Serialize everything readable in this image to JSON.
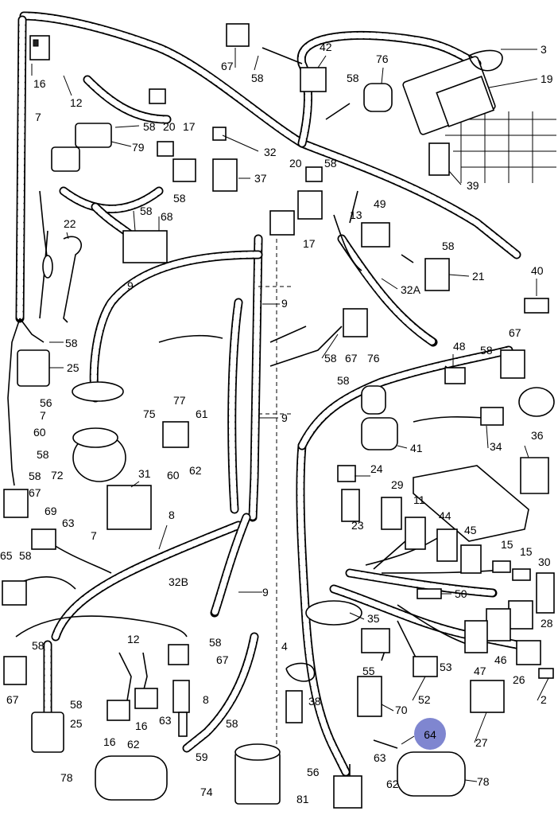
{
  "diagram": {
    "callouts": [
      {
        "id": "c1",
        "text": "16"
      },
      {
        "id": "c2",
        "text": "12"
      },
      {
        "id": "c3",
        "text": "7"
      },
      {
        "id": "c4",
        "text": "58"
      },
      {
        "id": "c5",
        "text": "79"
      },
      {
        "id": "c6",
        "text": "20"
      },
      {
        "id": "c7",
        "text": "17"
      },
      {
        "id": "c8",
        "text": "67"
      },
      {
        "id": "c9",
        "text": "58"
      },
      {
        "id": "c10",
        "text": "42"
      },
      {
        "id": "c11",
        "text": "76"
      },
      {
        "id": "c12",
        "text": "58"
      },
      {
        "id": "c13",
        "text": "3"
      },
      {
        "id": "c14",
        "text": "19"
      },
      {
        "id": "c15",
        "text": "32"
      },
      {
        "id": "c16",
        "text": "37"
      },
      {
        "id": "c17",
        "text": "58"
      },
      {
        "id": "c18",
        "text": "20"
      },
      {
        "id": "c19",
        "text": "58"
      },
      {
        "id": "c20",
        "text": "39"
      },
      {
        "id": "c21",
        "text": "22"
      },
      {
        "id": "c22",
        "text": "58"
      },
      {
        "id": "c23",
        "text": "68"
      },
      {
        "id": "c24",
        "text": "17"
      },
      {
        "id": "c25",
        "text": "13"
      },
      {
        "id": "c26",
        "text": "49"
      },
      {
        "id": "c27",
        "text": "58"
      },
      {
        "id": "c28",
        "text": "21"
      },
      {
        "id": "c29",
        "text": "32A"
      },
      {
        "id": "c30",
        "text": "40"
      },
      {
        "id": "c31",
        "text": "9"
      },
      {
        "id": "c32",
        "text": "9"
      },
      {
        "id": "c33",
        "text": "58"
      },
      {
        "id": "c34",
        "text": "25"
      },
      {
        "id": "c35",
        "text": "58"
      },
      {
        "id": "c36",
        "text": "67"
      },
      {
        "id": "c37",
        "text": "76"
      },
      {
        "id": "c38",
        "text": "48"
      },
      {
        "id": "c39",
        "text": "58"
      },
      {
        "id": "c40",
        "text": "67"
      },
      {
        "id": "c41",
        "text": "56"
      },
      {
        "id": "c42",
        "text": "75"
      },
      {
        "id": "c43",
        "text": "77"
      },
      {
        "id": "c44",
        "text": "61"
      },
      {
        "id": "c45",
        "text": "7"
      },
      {
        "id": "c46",
        "text": "60"
      },
      {
        "id": "c47",
        "text": "58"
      },
      {
        "id": "c48",
        "text": "72"
      },
      {
        "id": "c49",
        "text": "60"
      },
      {
        "id": "c50",
        "text": "62"
      },
      {
        "id": "c51",
        "text": "58"
      },
      {
        "id": "c52",
        "text": "9"
      },
      {
        "id": "c53",
        "text": "41"
      },
      {
        "id": "c54",
        "text": "34"
      },
      {
        "id": "c55",
        "text": "36"
      },
      {
        "id": "c56",
        "text": "58"
      },
      {
        "id": "c57",
        "text": "67"
      },
      {
        "id": "c58",
        "text": "31"
      },
      {
        "id": "c59",
        "text": "24"
      },
      {
        "id": "c60",
        "text": "29"
      },
      {
        "id": "c61",
        "text": "11"
      },
      {
        "id": "c62",
        "text": "44"
      },
      {
        "id": "c63",
        "text": "69"
      },
      {
        "id": "c64",
        "text": "63"
      },
      {
        "id": "c65",
        "text": "7"
      },
      {
        "id": "c66",
        "text": "8"
      },
      {
        "id": "c67",
        "text": "23"
      },
      {
        "id": "c68",
        "text": "45"
      },
      {
        "id": "c69",
        "text": "15"
      },
      {
        "id": "c70",
        "text": "15"
      },
      {
        "id": "c71",
        "text": "65"
      },
      {
        "id": "c72",
        "text": "58"
      },
      {
        "id": "c73",
        "text": "32B"
      },
      {
        "id": "c74",
        "text": "9"
      },
      {
        "id": "c75",
        "text": "30"
      },
      {
        "id": "c76",
        "text": "50"
      },
      {
        "id": "c77",
        "text": "58"
      },
      {
        "id": "c78",
        "text": "12"
      },
      {
        "id": "c79",
        "text": "58"
      },
      {
        "id": "c80",
        "text": "35"
      },
      {
        "id": "c81",
        "text": "67"
      },
      {
        "id": "c82",
        "text": "28"
      },
      {
        "id": "c83",
        "text": "67"
      },
      {
        "id": "c84",
        "text": "4"
      },
      {
        "id": "c85",
        "text": "55"
      },
      {
        "id": "c86",
        "text": "46"
      },
      {
        "id": "c87",
        "text": "53"
      },
      {
        "id": "c88",
        "text": "47"
      },
      {
        "id": "c89",
        "text": "26"
      },
      {
        "id": "c90",
        "text": "58"
      },
      {
        "id": "c91",
        "text": "16"
      },
      {
        "id": "c92",
        "text": "16"
      },
      {
        "id": "c93",
        "text": "8"
      },
      {
        "id": "c94",
        "text": "38"
      },
      {
        "id": "c95",
        "text": "70"
      },
      {
        "id": "c96",
        "text": "52"
      },
      {
        "id": "c97",
        "text": "2"
      },
      {
        "id": "c98",
        "text": "25"
      },
      {
        "id": "c99",
        "text": "63"
      },
      {
        "id": "c100",
        "text": "58"
      },
      {
        "id": "c101",
        "text": "27"
      },
      {
        "id": "c102",
        "text": "62"
      },
      {
        "id": "c103",
        "text": "59"
      },
      {
        "id": "c104",
        "text": "78"
      },
      {
        "id": "c105",
        "text": "74"
      },
      {
        "id": "c106",
        "text": "56"
      },
      {
        "id": "c107",
        "text": "63"
      },
      {
        "id": "c108",
        "text": "62"
      },
      {
        "id": "c109",
        "text": "78"
      },
      {
        "id": "c110",
        "text": "81"
      }
    ],
    "highlight": {
      "text": "64",
      "color": "#7f86d0"
    }
  }
}
